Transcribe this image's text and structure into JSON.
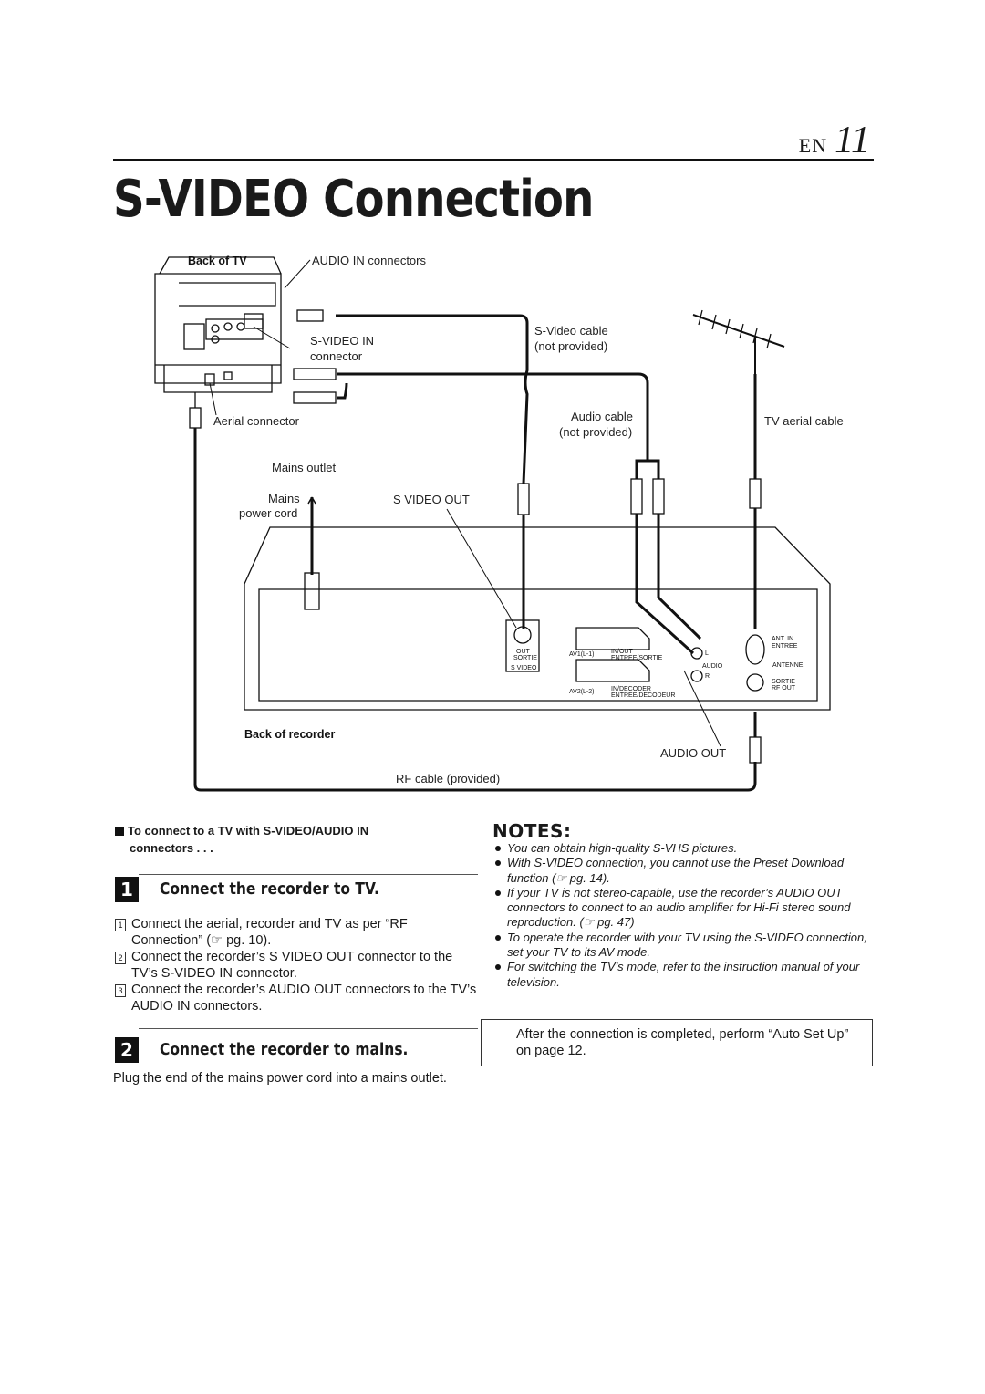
{
  "header": {
    "lang": "EN",
    "page_number": "11"
  },
  "title": "S-VIDEO Connection",
  "diagram": {
    "back_of_tv": "Back of TV",
    "audio_in_connectors": "AUDIO IN connectors",
    "svideo_in_1": "S-VIDEO IN",
    "svideo_in_2": "connector",
    "svideo_cable_1": "S-Video cable",
    "svideo_cable_2": "(not provided)",
    "aerial_connector": "Aerial connector",
    "audio_cable_1": "Audio cable",
    "audio_cable_2": "(not provided)",
    "tv_aerial_cable": "TV aerial cable",
    "mains_outlet": "Mains outlet",
    "mains_1": "Mains",
    "mains_2": "power cord",
    "svideo_out": "S VIDEO OUT",
    "back_of_recorder": "Back of recorder",
    "audio_out": "AUDIO OUT",
    "rf_cable": "RF cable (provided)",
    "panel_out": "OUT",
    "panel_sortie": "SORTIE",
    "panel_svideo": "S VIDEO",
    "panel_av1": "AV1(L-1)",
    "panel_av1_sub": "IN/OUT",
    "panel_av1_sub2": "ENTREE/SORTIE",
    "panel_av2": "AV2(L-2)",
    "panel_av2_sub": "IN/DECODER",
    "panel_av2_sub2": "ENTREE/DECODEUR",
    "panel_ant_in": "ANT. IN",
    "panel_entree": "ENTREE",
    "panel_antenne": "ANTENNE",
    "panel_sortie2": "SORTIE",
    "panel_rfout": "RF OUT",
    "panel_audio": "AUDIO",
    "panel_l": "L",
    "panel_r": "R"
  },
  "subheading": {
    "line1": "To connect to a TV with S-VIDEO/AUDIO IN",
    "line2": "connectors . . ."
  },
  "step1": {
    "num": "1",
    "title": "Connect the recorder to TV."
  },
  "step1_items": [
    {
      "n": "1",
      "text": "Connect the aerial, recorder and TV as per “RF Connection” (☞ pg. 10)."
    },
    {
      "n": "2",
      "text": "Connect the recorder’s S VIDEO OUT connector to the TV’s S-VIDEO IN connector."
    },
    {
      "n": "3",
      "text": "Connect the recorder’s AUDIO OUT connectors to the TV’s AUDIO IN connectors."
    }
  ],
  "step2": {
    "num": "2",
    "title": "Connect the recorder to mains."
  },
  "step2_text": "Plug the end of the mains power cord into a mains outlet.",
  "notes_title": "NOTES:",
  "notes": [
    "You can obtain high-quality S-VHS pictures.",
    "With S-VIDEO connection, you cannot use the Preset Download function (☞ pg. 14).",
    "If your TV is not stereo-capable, use the recorder’s AUDIO OUT connectors to connect to an audio amplifier for Hi-Fi stereo sound reproduction. (☞ pg. 47)",
    "To operate the recorder with your TV using the S-VIDEO connection, set your TV to its AV mode.",
    "For switching the TV’s mode, refer to the instruction manual of your television."
  ],
  "boxnote": "After the connection is completed, perform “Auto Set Up” on page 12."
}
